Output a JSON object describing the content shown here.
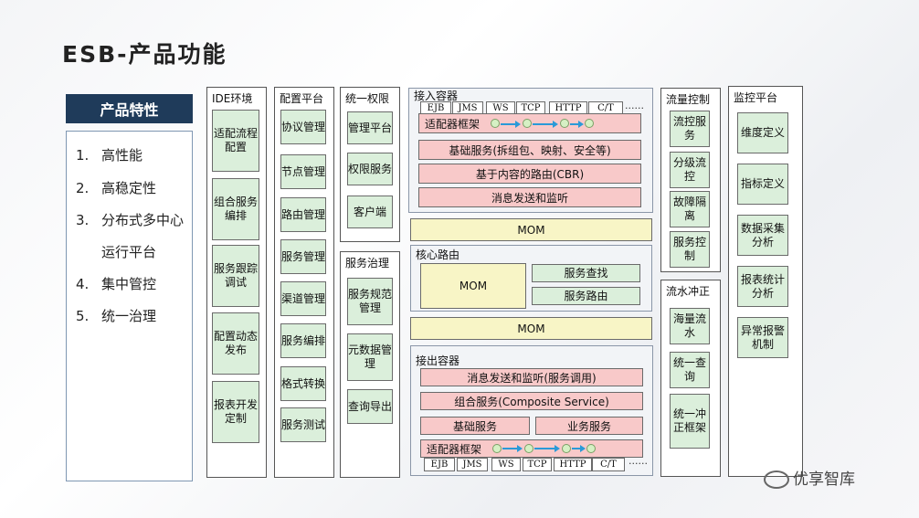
{
  "title": "ESB-产品功能",
  "features": {
    "header": "产品特性",
    "items": [
      {
        "num": "1.",
        "text": "高性能"
      },
      {
        "num": "2.",
        "text": "高稳定性"
      },
      {
        "num": "3.",
        "text": "分布式多中心"
      },
      {
        "num": "",
        "text": "运行平台"
      },
      {
        "num": "4.",
        "text": "集中管控"
      },
      {
        "num": "5.",
        "text": "统一治理"
      }
    ]
  },
  "ide": {
    "title": "IDE环境",
    "items": [
      "适配流程配置",
      "组合服务编排",
      "服务跟踪调试",
      "配置动态发布",
      "报表开发定制"
    ]
  },
  "config": {
    "title": "配置平台",
    "items": [
      "协议管理",
      "节点管理",
      "路由管理",
      "服务管理",
      "渠道管理",
      "服务编排",
      "格式转换",
      "服务测试"
    ]
  },
  "auth": {
    "title": "统一权限",
    "items": [
      "管理平台",
      "权限服务",
      "客户端"
    ]
  },
  "governance": {
    "title": "服务治理",
    "items": [
      "服务规范管理",
      "元数据管理",
      "查询导出"
    ]
  },
  "inbound": {
    "title": "接入容器",
    "protocols": [
      "EJB",
      "JMS",
      "WS",
      "TCP",
      "HTTP",
      "C/T"
    ],
    "more": "......",
    "adapter": "适配器框架",
    "basic": "基础服务(拆组包、映射、安全等)",
    "cbr": "基于内容的路由(CBR)",
    "messaging": "消息发送和监听"
  },
  "mom1": "MOM",
  "core": {
    "title": "核心路由",
    "mom": "MOM",
    "lookup": "服务查找",
    "route": "服务路由"
  },
  "mom2": "MOM",
  "outbound": {
    "title": "接出容器",
    "messaging": "消息发送和监听(服务调用)",
    "composite": "组合服务(Composite Service)",
    "basic": "基础服务",
    "business": "业务服务",
    "adapter": "适配器框架",
    "protocols": [
      "EJB",
      "JMS",
      "WS",
      "TCP",
      "HTTP",
      "C/T"
    ],
    "more": "......"
  },
  "flow": {
    "title": "流量控制",
    "items": [
      "流控服务",
      "分级流控",
      "故障隔离",
      "服务控制"
    ]
  },
  "reversal": {
    "title": "流水冲正",
    "items": [
      "海量流水",
      "统一查询",
      "统一冲正框架"
    ]
  },
  "monitor": {
    "title": "监控平台",
    "items": [
      "维度定义",
      "指标定义",
      "数据采集分析",
      "报表统计分析",
      "异常报警机制"
    ]
  },
  "logo": "优享智库"
}
